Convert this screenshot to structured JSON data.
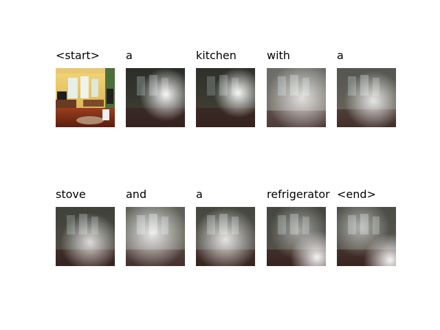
{
  "figure": {
    "tokens": [
      "<start>",
      "a",
      "kitchen",
      "with",
      "a",
      "stove",
      "and",
      "a",
      "refrigerator",
      "<end>"
    ],
    "first_image": "original kitchen photo",
    "other_images": "attention-weighted overlays"
  }
}
